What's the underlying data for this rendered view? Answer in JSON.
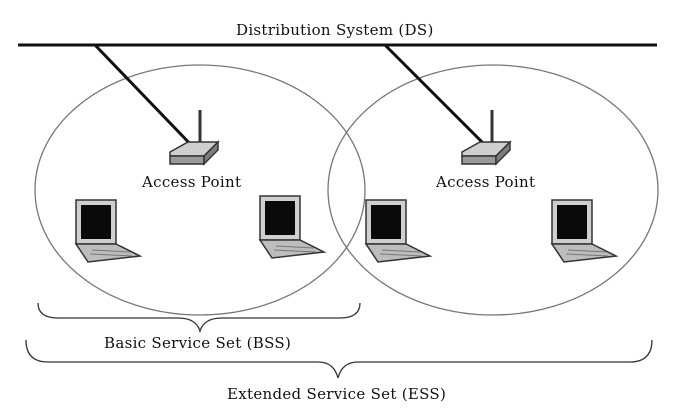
{
  "diagram": {
    "distribution_system_label": "Distribution System (DS)",
    "access_points": [
      {
        "label": "Access Point"
      },
      {
        "label": "Access Point"
      }
    ],
    "basic_service_set_label": "Basic Service Set (BSS)",
    "extended_service_set_label": "Extended Service Set (ESS)",
    "laptop_count": 4,
    "colors": {
      "line": "#111111",
      "device_body": "#bdbdbd",
      "screen": "#0a0a0a"
    }
  }
}
